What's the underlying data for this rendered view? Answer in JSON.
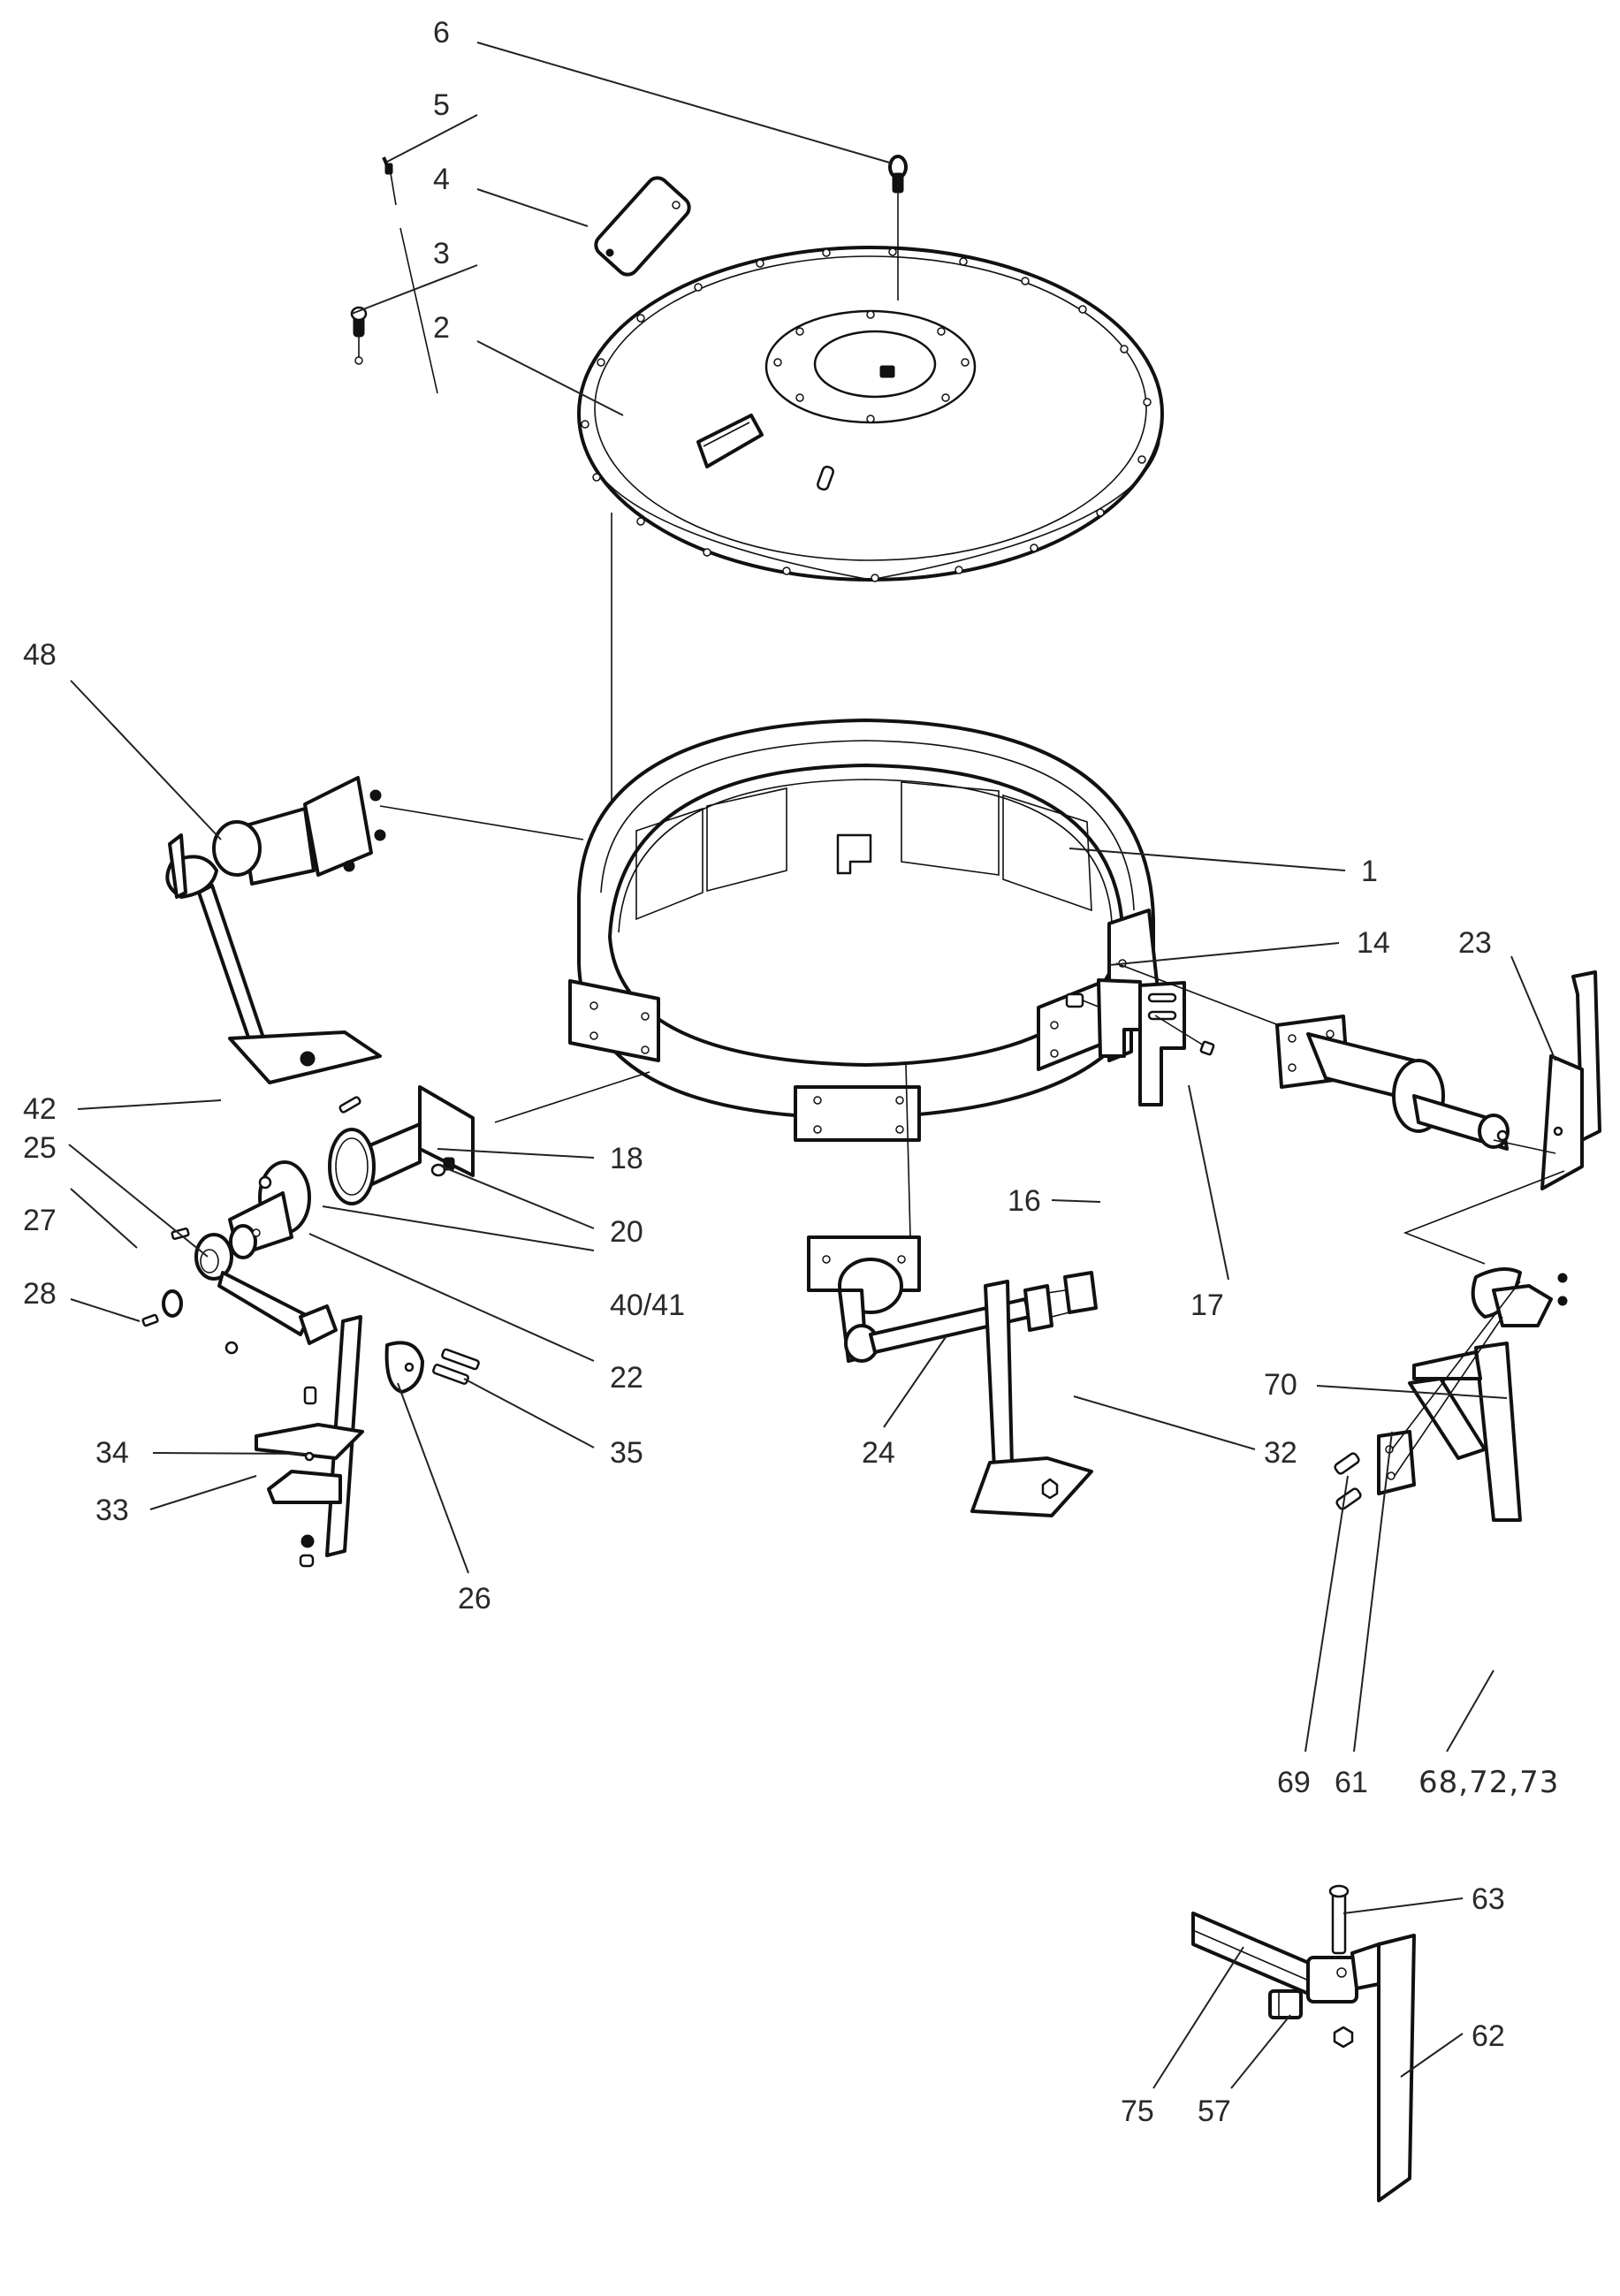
{
  "diagram": {
    "type": "exploded-parts-view",
    "callouts": [
      {
        "id": "c6",
        "text": "6"
      },
      {
        "id": "c5",
        "text": "5"
      },
      {
        "id": "c4",
        "text": "4"
      },
      {
        "id": "c3",
        "text": "3"
      },
      {
        "id": "c2",
        "text": "2"
      },
      {
        "id": "c48",
        "text": "48"
      },
      {
        "id": "c1",
        "text": "1"
      },
      {
        "id": "c14",
        "text": "14"
      },
      {
        "id": "c23",
        "text": "23"
      },
      {
        "id": "c42",
        "text": "42"
      },
      {
        "id": "c18",
        "text": "18"
      },
      {
        "id": "c25",
        "text": "25"
      },
      {
        "id": "c20",
        "text": "20"
      },
      {
        "id": "c16",
        "text": "16"
      },
      {
        "id": "c27",
        "text": "27"
      },
      {
        "id": "c40_41",
        "text": "40/41"
      },
      {
        "id": "c28",
        "text": "28"
      },
      {
        "id": "c17",
        "text": "17"
      },
      {
        "id": "c22",
        "text": "22"
      },
      {
        "id": "c70",
        "text": "70"
      },
      {
        "id": "c35",
        "text": "35"
      },
      {
        "id": "c34",
        "text": "34"
      },
      {
        "id": "c24",
        "text": "24"
      },
      {
        "id": "c32",
        "text": "32"
      },
      {
        "id": "c33",
        "text": "33"
      },
      {
        "id": "c26",
        "text": "26"
      },
      {
        "id": "c69",
        "text": "69"
      },
      {
        "id": "c61",
        "text": "61"
      },
      {
        "id": "c68_72_73",
        "text": "68,72,73"
      },
      {
        "id": "c63",
        "text": "63"
      },
      {
        "id": "c62",
        "text": "62"
      },
      {
        "id": "c75",
        "text": "75"
      },
      {
        "id": "c57",
        "text": "57"
      }
    ],
    "parts": [
      "cover-lid",
      "cover-bolt",
      "hatch-plate",
      "hatch-clip",
      "lifting-eye",
      "drum-ring",
      "bracket",
      "mounting-plate",
      "mounting-nut",
      "arm-housing",
      "housing-bolt",
      "hub-shaft",
      "key",
      "crank-arm",
      "washer",
      "arm-bolt",
      "clamp",
      "clamp-bolts",
      "scraper-blade",
      "blade-bolt",
      "paddle-arm",
      "paddle-plate",
      "motor-assembly",
      "blade-flange",
      "blade-holder",
      "holder-bolts",
      "scraper-frame",
      "bolt",
      "scraper-arm",
      "nut-block",
      "side-blade"
    ]
  }
}
